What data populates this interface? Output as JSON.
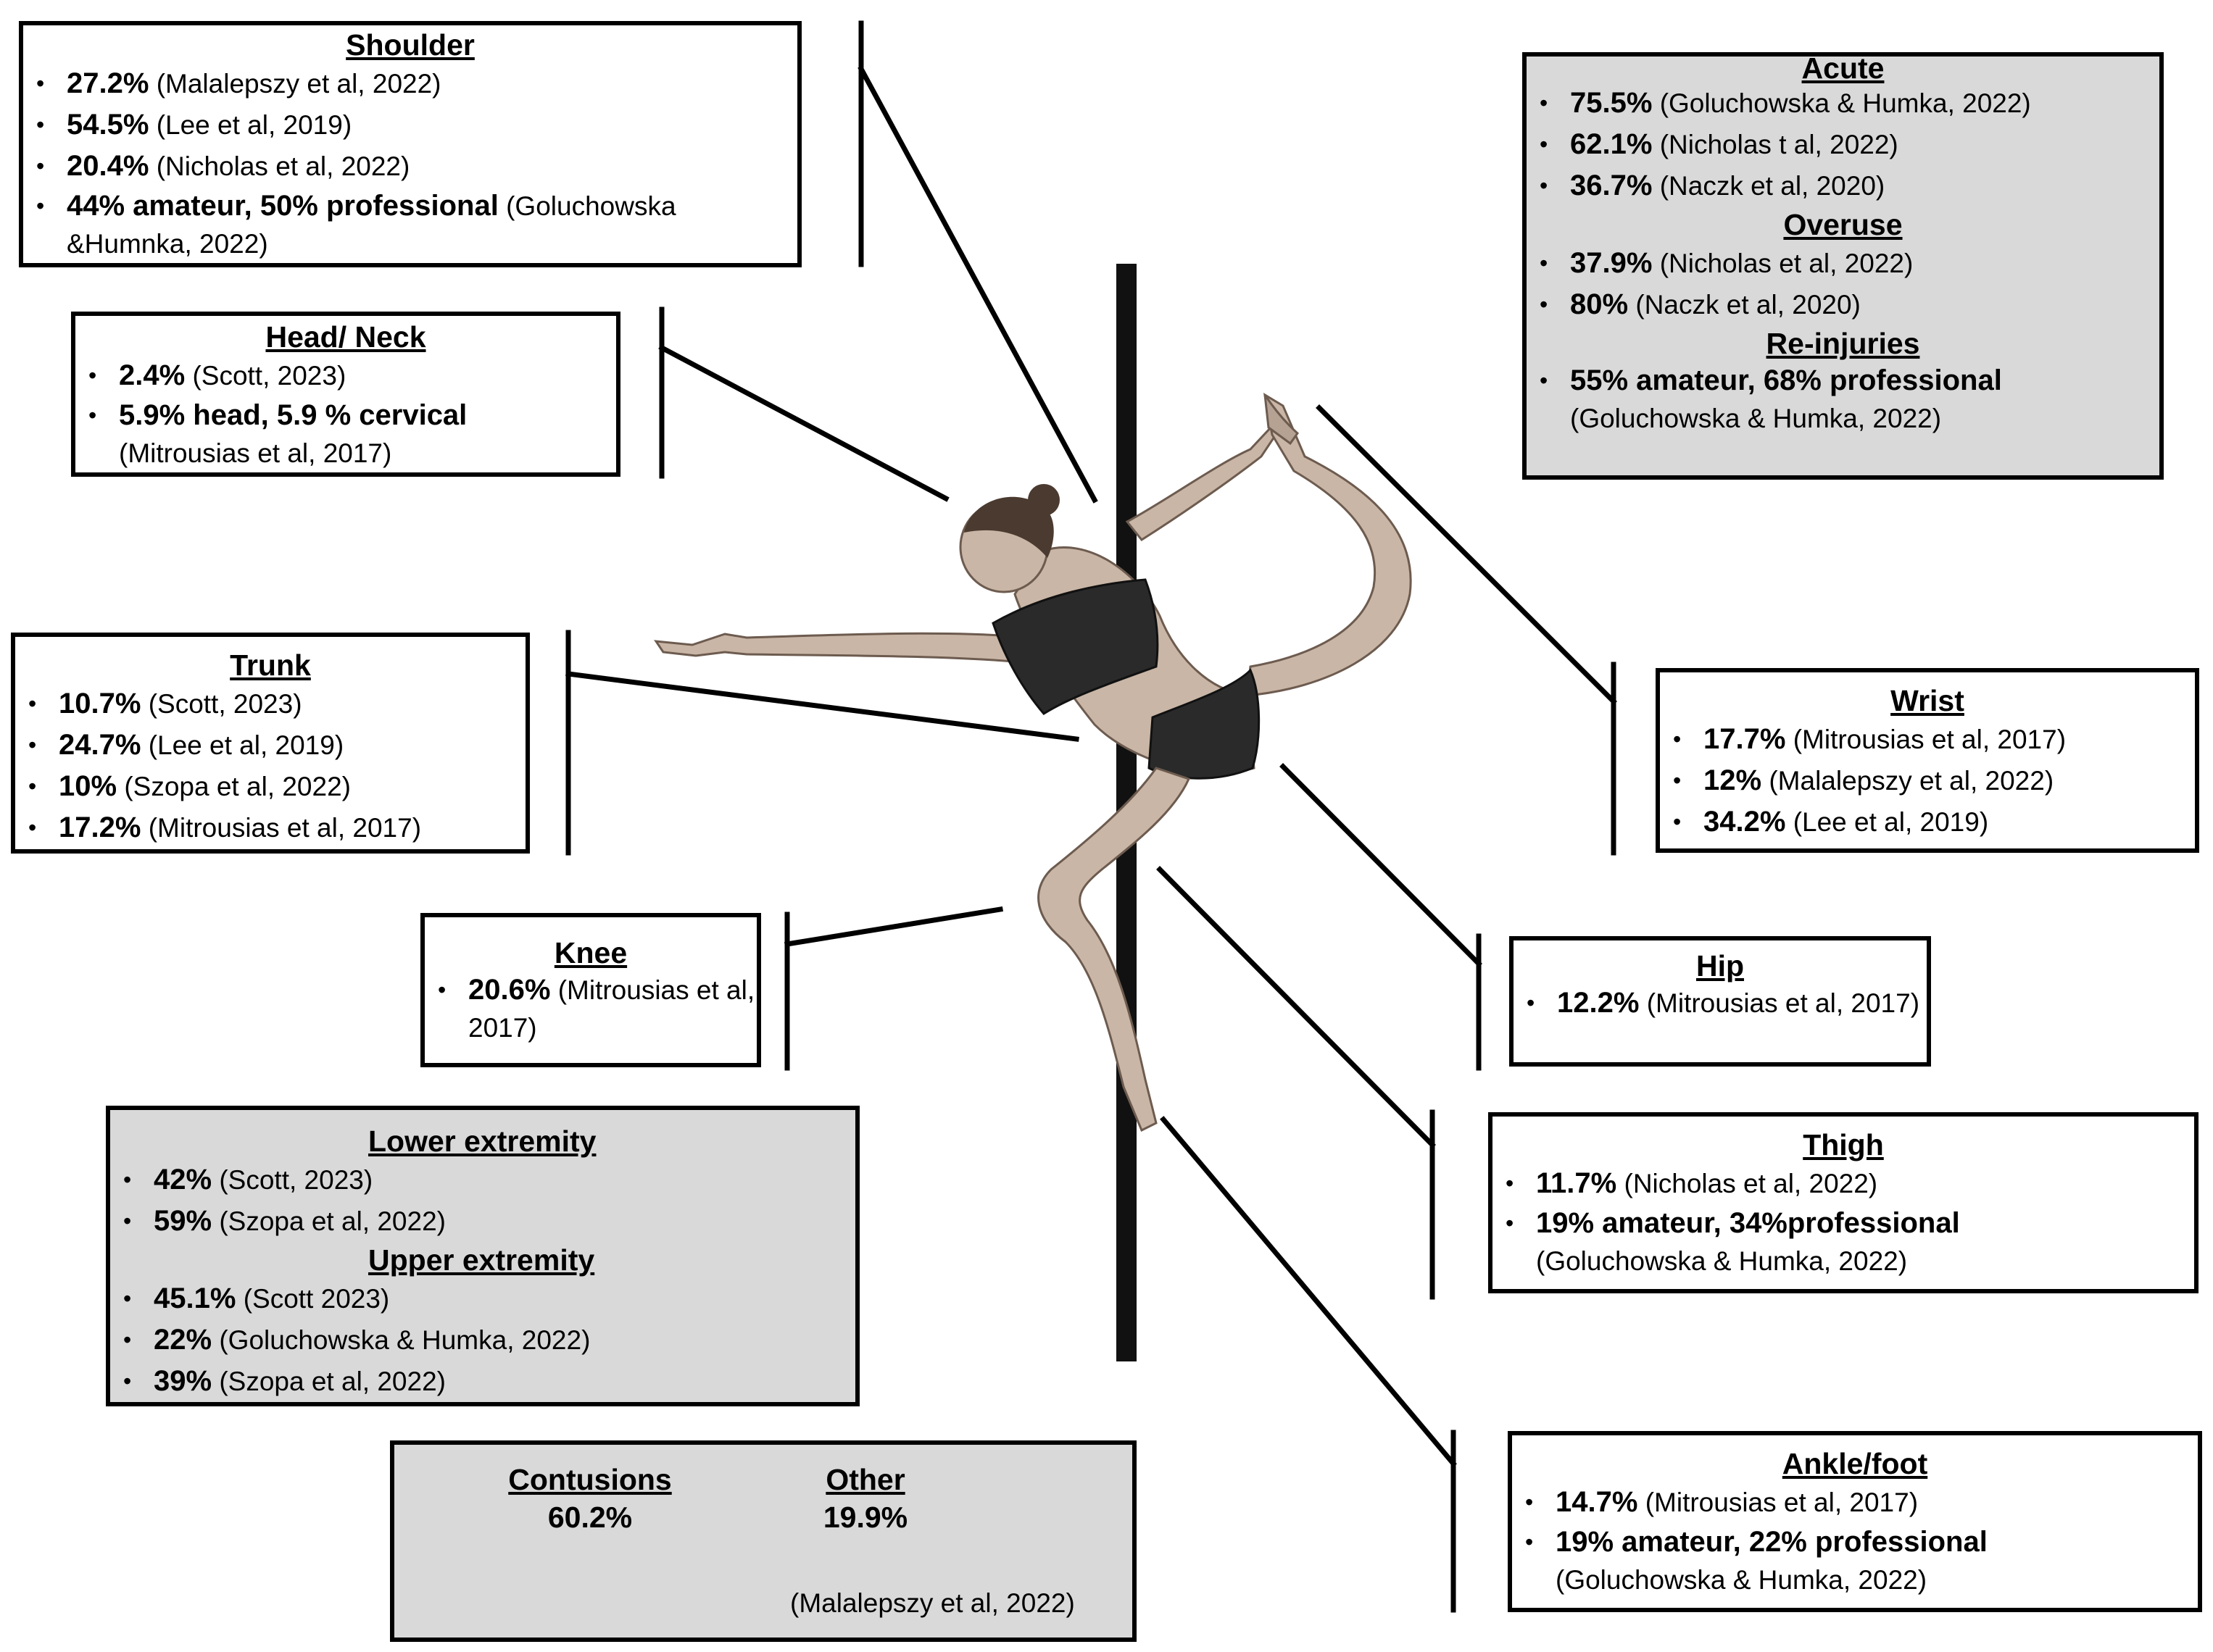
{
  "shoulder": {
    "title": "Shoulder",
    "items": [
      {
        "v": "27.2%",
        "c": " (Malalepszy et al, 2022)"
      },
      {
        "v": "54.5%",
        "c": " (Lee et al, 2019)"
      },
      {
        "v": "20.4%",
        "c": " (Nicholas  et al, 2022)"
      },
      {
        "v": "44% amateur, 50% professional",
        "c": " (Goluchowska &Humnka, 2022)"
      }
    ]
  },
  "head_neck": {
    "title": "Head/ Neck",
    "items": [
      {
        "v": "2.4%",
        "c": " (Scott, 2023)"
      },
      {
        "v": "5.9% head, 5.9 % cervical",
        "c": " (Mitrousias  et al, 2017)"
      }
    ]
  },
  "trunk": {
    "title": "Trunk",
    "items": [
      {
        "v": "10.7%",
        "c": " (Scott, 2023)"
      },
      {
        "v": "24.7%",
        "c": " (Lee et al, 2019)"
      },
      {
        "v": "10%",
        "c": " (Szopa et al, 2022)"
      },
      {
        "v": "17.2%",
        "c": " (Mitrousias et al, 2017)"
      }
    ]
  },
  "knee": {
    "title": "Knee",
    "items": [
      {
        "v": "20.6%",
        "c": " (Mitrousias et al, 2017)"
      }
    ]
  },
  "extremity": {
    "lower_title": "Lower extremity",
    "lower": [
      {
        "v": "42%",
        "c": " (Scott, 2023)"
      },
      {
        "v": "59%",
        "c": " (Szopa et al, 2022)"
      }
    ],
    "upper_title": "Upper extremity",
    "upper": [
      {
        "v": "45.1%",
        "c": " (Scott 2023)"
      },
      {
        "v": "22%",
        "c": " (Goluchowska & Humka, 2022)"
      },
      {
        "v": "39%",
        "c": " (Szopa et al, 2022)"
      }
    ]
  },
  "contusions": {
    "contusions_title": "Contusions",
    "contusions_value": "60.2%",
    "other_title": "Other",
    "other_value": "19.9%",
    "citation": "(Malalepszy et al, 2022)"
  },
  "acute_box": {
    "acute_title": "Acute",
    "acute": [
      {
        "v": "75.5%",
        "c": " (Goluchowska  & Humka, 2022)"
      },
      {
        "v": "62.1%",
        "c": " (Nicholas t al, 2022)"
      },
      {
        "v": "36.7%",
        "c": " (Naczk et al, 2020)"
      }
    ],
    "overuse_title": "Overuse",
    "overuse": [
      {
        "v": "37.9%",
        "c": " (Nicholas et al, 2022)"
      },
      {
        "v": "80%",
        "c": " (Naczk et al, 2020)"
      }
    ],
    "reinjury_title": "Re-injuries",
    "reinjury": [
      {
        "v": "55% amateur, 68% professional",
        "c": " (Goluchowska &  Humka, 2022)"
      }
    ]
  },
  "wrist": {
    "title": "Wrist",
    "items": [
      {
        "v": "17.7%",
        "c": " (Mitrousias et al, 2017)"
      },
      {
        "v": "12%",
        "c": " (Malalepszy et al, 2022)"
      },
      {
        "v": "34.2%",
        "c": " (Lee et al, 2019)"
      }
    ]
  },
  "hip": {
    "title": "Hip",
    "items": [
      {
        "v": "12.2%",
        "c": " (Mitrousias et al, 2017)"
      }
    ]
  },
  "thigh": {
    "title": "Thigh",
    "items": [
      {
        "v": "11.7%",
        "c": " (Nicholas et al, 2022)"
      },
      {
        "v": "19% amateur, 34%professional",
        "c": " (Goluchowska & Humka, 2022)"
      }
    ]
  },
  "ankle": {
    "title": "Ankle/foot",
    "items": [
      {
        "v": "14.7%",
        "c": " (Mitrousias et al, 2017)"
      },
      {
        "v": "19% amateur, 22% professional",
        "c": " (Goluchowska & Humka, 2022)"
      }
    ]
  },
  "figure": {
    "icon": "pole-dancer-figure",
    "pole_color": "#111111",
    "skin_color": "#c9b6a6",
    "outfit_color": "#2a2a2a"
  }
}
